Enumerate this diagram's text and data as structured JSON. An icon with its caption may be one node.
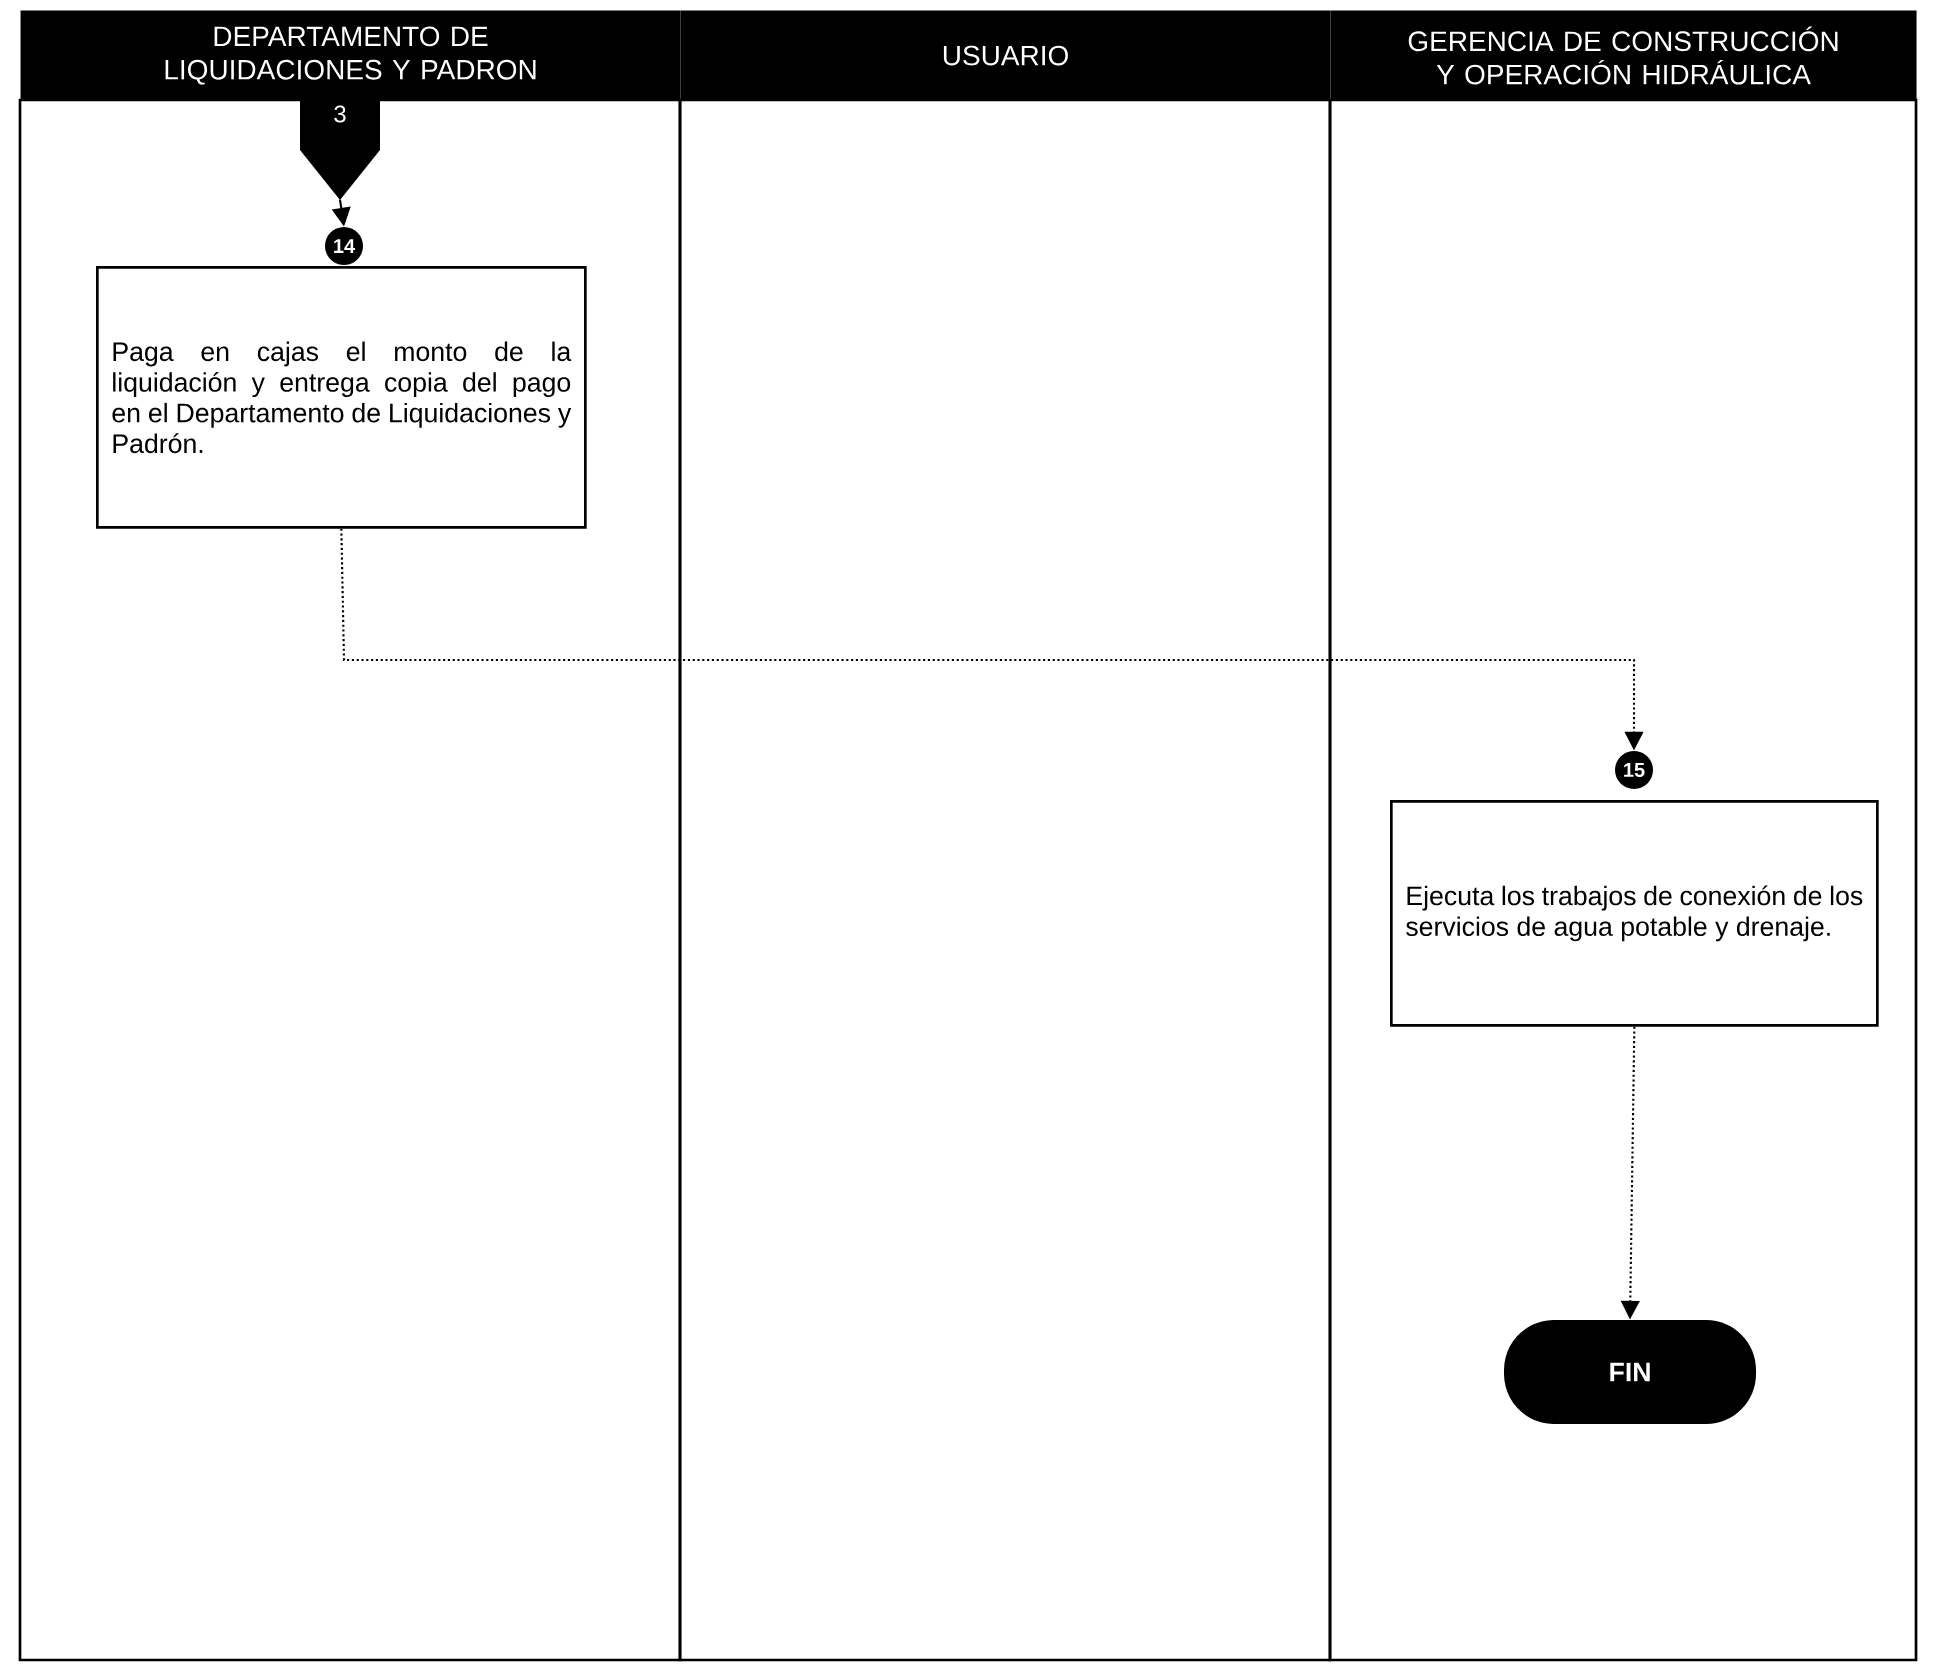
{
  "diagram": {
    "nodes": [
      {
        "text": [
          "DEPARTAMENTO DE LIQUIDACIONES Y PADRON"
        ]
      },
      {
        "text": [
          "USUARIO"
        ]
      },
      {
        "text": [
          "GERENCIA DE CONSTRUCCIÓN Y OPERACIÓN HIDRÁULICA"
        ]
      },
      {
        "text": [
          "3"
        ]
      },
      {
        "text": [
          "14"
        ]
      },
      {
        "text": [
          "Paga en cajas el monto de la liquidación y entrega copia del pago en el Departamento de Liquidaciones y Padrón."
        ]
      },
      {
        "text": [
          "15"
        ]
      },
      {
        "text": [
          "Ejecuta los trabajos de conexión de los servicios de agua potable y drenaje."
        ]
      },
      {
        "text": [
          "FIN"
        ]
      }
    ],
    "edges": [
      {
        "from": 3,
        "to": 4,
        "arrow": "to"
      },
      {
        "from": 5,
        "to": 6,
        "arrow": "to",
        "style": "dashed"
      },
      {
        "from": 7,
        "to": 8,
        "arrow": "to",
        "style": "dashed"
      }
    ]
  }
}
